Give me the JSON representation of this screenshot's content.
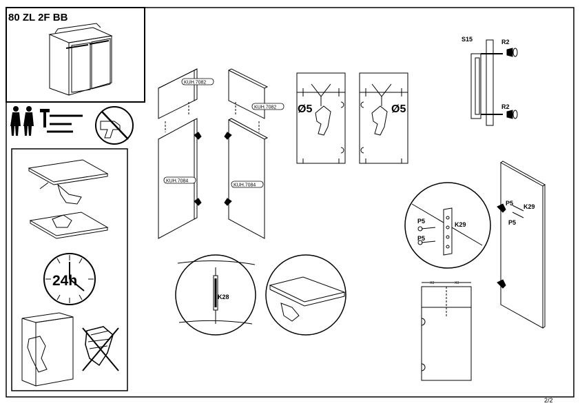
{
  "title": "80 ZL 2F BB",
  "page_number": "2/2",
  "panel_code": "KUH.7082",
  "panel_code_b": "KUH.7084",
  "drill_diameter": "Ø5",
  "time_label": "24h",
  "hardware": {
    "s15": "S15",
    "r2": "R2",
    "k29": "K29",
    "p5": "P5",
    "k28": "K28",
    "x": "X3"
  },
  "icons": [
    "person-icon",
    "hammer-icon",
    "screwdriver-icon",
    "no-power-drill-icon",
    "clock-icon",
    "no-wet-cloth-icon"
  ]
}
